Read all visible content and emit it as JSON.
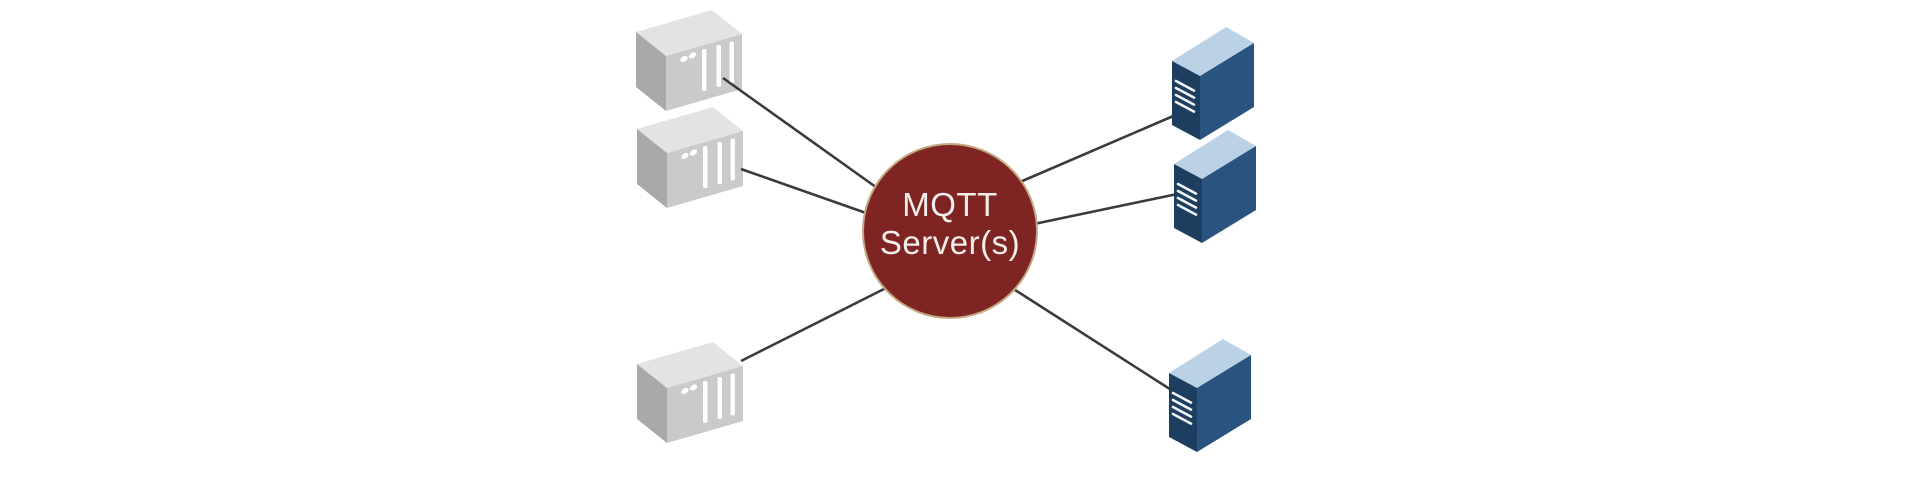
{
  "diagram": {
    "hub": {
      "label": "MQTT Server(s)",
      "lines": [
        "MQTT",
        "Server(s)"
      ],
      "fill_color": "#7E2524",
      "ring_color": "#C3A982",
      "text_color": "#F3EEE9"
    },
    "left_devices": [
      {
        "id": "plc-device-top",
        "type": "plc-controller",
        "icon": "plc-device-icon"
      },
      {
        "id": "plc-device-middle",
        "type": "plc-controller",
        "icon": "plc-device-icon"
      },
      {
        "id": "plc-device-bottom",
        "type": "plc-controller",
        "icon": "plc-device-icon"
      }
    ],
    "right_devices": [
      {
        "id": "server-tower-top",
        "type": "server-tower",
        "icon": "server-tower-icon"
      },
      {
        "id": "server-tower-middle",
        "type": "server-tower",
        "icon": "server-tower-icon"
      },
      {
        "id": "server-tower-bottom",
        "type": "server-tower",
        "icon": "server-tower-icon"
      }
    ],
    "edges": [
      {
        "from": "plc-device-top",
        "to": "mqtt-hub"
      },
      {
        "from": "plc-device-middle",
        "to": "mqtt-hub"
      },
      {
        "from": "plc-device-bottom",
        "to": "mqtt-hub"
      },
      {
        "from": "mqtt-hub",
        "to": "server-tower-top"
      },
      {
        "from": "mqtt-hub",
        "to": "server-tower-middle"
      },
      {
        "from": "mqtt-hub",
        "to": "server-tower-bottom"
      }
    ],
    "colors": {
      "background": "#FFFFFF",
      "edge_line": "#3B3B3B",
      "plc_top_face": "#E4E3E1",
      "plc_front_face": "#CACAC8",
      "plc_side_face": "#A9A9A7",
      "plc_detail": "#FFFFFF",
      "server_top_face": "#BBD2E6",
      "server_side_face": "#1E3E60",
      "server_front_face": "#2A547F",
      "server_vents": "#F2F6FA"
    }
  }
}
